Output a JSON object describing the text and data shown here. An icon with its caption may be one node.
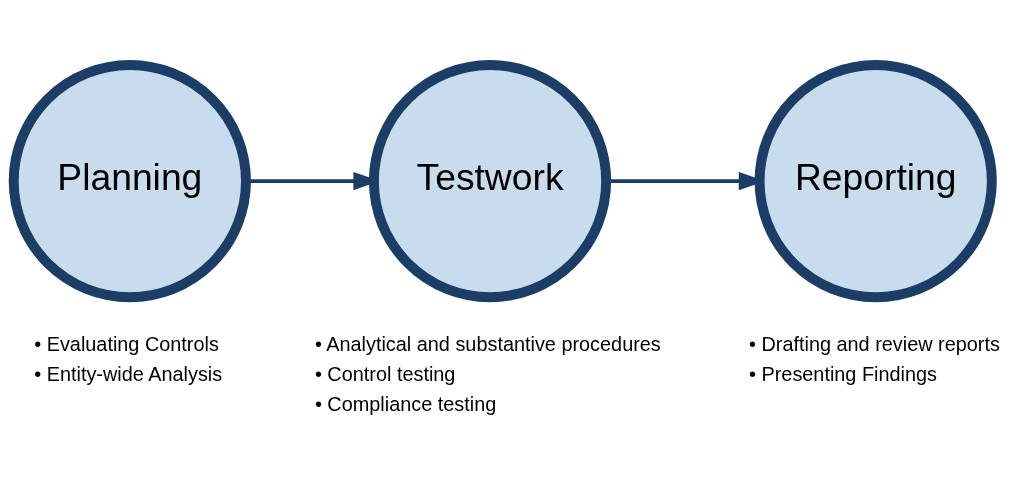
{
  "diagram": {
    "nodes": [
      {
        "text": [
          "Planning"
        ],
        "beside": [
          "• Evaluating Controls",
          "• Entity-wide Analysis"
        ]
      },
      {
        "text": [
          "Testwork"
        ],
        "beside": [
          "• Analytical and substantive procedures",
          "• Control testing",
          "• Compliance testing"
        ]
      },
      {
        "text": [
          "Reporting"
        ],
        "beside": [
          "• Drafting and review reports",
          "• Presenting Findings"
        ]
      }
    ],
    "edges": [
      {
        "from": 0,
        "to": 1,
        "arrow": "to"
      },
      {
        "from": 1,
        "to": 2,
        "arrow": "to"
      }
    ]
  }
}
